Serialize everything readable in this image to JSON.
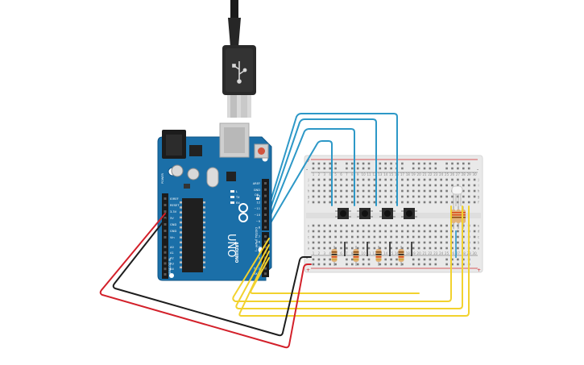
{
  "board": {
    "name": "UNO",
    "brand": "ARDUINO",
    "power_header": [
      "IOREF",
      "RESET",
      "3.3V",
      "5V",
      "GND",
      "GND",
      "Vin"
    ],
    "analog_header": [
      "A0",
      "A1",
      "A2",
      "A3",
      "A4",
      "A5"
    ],
    "digital_header_top": [
      "AREF",
      "GND",
      "13",
      "12",
      "~11",
      "~10",
      "~9",
      "8"
    ],
    "digital_header_bottom": [
      "7",
      "~6",
      "~5",
      "4",
      "~3",
      "2",
      "TX 1",
      "RX 0"
    ],
    "side_labels": {
      "power": "POWER",
      "analog_in": "ANALOG IN",
      "digital": "DIGITAL (PWM ~)",
      "rx": "RX",
      "tx": "TX",
      "l": "L",
      "on": "ON"
    }
  },
  "breadboard": {
    "row_letters": [
      "a",
      "b",
      "c",
      "d",
      "e",
      "f",
      "g",
      "h",
      "i",
      "j"
    ],
    "column_count": 30,
    "rail_plus": "+",
    "rail_minus": "-"
  },
  "colors": {
    "board": "#1b6fa8",
    "board_edge": "#0f5486",
    "wire_blue": "#2d98c7",
    "wire_yellow": "#f2d22e",
    "wire_red": "#d3202a",
    "wire_black": "#1e1e1e",
    "breadboard": "#e9e9e9",
    "rail_red": "#d0292b"
  }
}
